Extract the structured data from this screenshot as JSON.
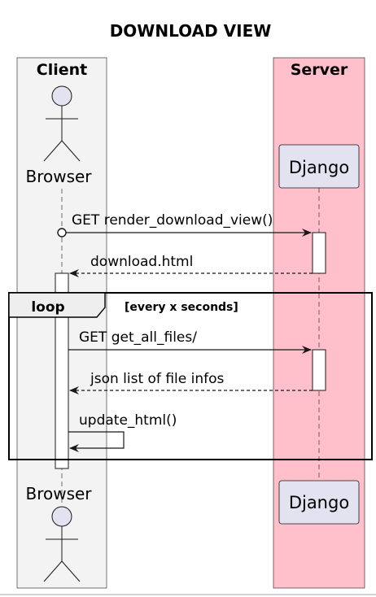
{
  "title": "DOWNLOAD VIEW",
  "boxes": {
    "client": {
      "label": "Client",
      "color": "#f3f3f3"
    },
    "server": {
      "label": "Server",
      "color": "#ffc0cb"
    }
  },
  "participants": {
    "browser": {
      "label": "Browser",
      "kind": "actor"
    },
    "django": {
      "label": "Django",
      "kind": "participant"
    }
  },
  "messages": [
    {
      "from": "Browser",
      "to": "Django",
      "label": "GET render_download_view()",
      "style": "solid"
    },
    {
      "from": "Django",
      "to": "Browser",
      "label": "download.html",
      "style": "dashed"
    },
    {
      "from": "Browser",
      "to": "Django",
      "label": "GET get_all_files/",
      "style": "solid"
    },
    {
      "from": "Django",
      "to": "Browser",
      "label": "json list of file infos",
      "style": "dashed"
    },
    {
      "from": "Browser",
      "to": "Browser",
      "label": "update_html()",
      "style": "solid"
    }
  ],
  "loop": {
    "keyword": "loop",
    "condition": "[every x seconds]"
  },
  "colors": {
    "actor_fill": "#e2e2f0",
    "participant_fill": "#e2e2f0",
    "line": "#181818"
  }
}
